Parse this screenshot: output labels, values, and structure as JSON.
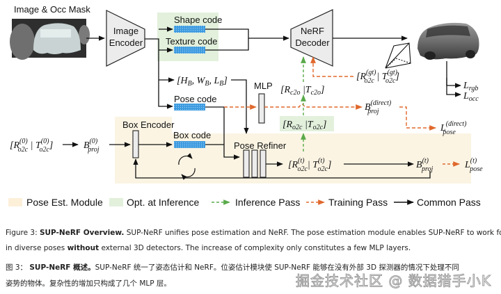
{
  "figure": {
    "inputs": {
      "image_label": "Image & Occ Mask",
      "image_encoder": [
        "Image",
        "Encoder"
      ],
      "nerf_decoder": [
        "NeRF",
        "Decoder"
      ]
    },
    "codes": {
      "shape": "Shape code",
      "texture": "Texture code",
      "pose": "Pose code",
      "box": "Box code"
    },
    "modules": {
      "box_encoder": "Box Encoder",
      "pose_refiner": "Pose Refiner",
      "mlp": "MLP"
    },
    "math": {
      "hwl": "[H_B, W_B, L_B]",
      "init_pose": "[R_o2c^(0) | T_o2c^(0)]",
      "init_bproj": "B_proj^(0)",
      "rc2o": "[R_c2o | T_c2o]",
      "ro2c": "[R_o2c | T_o2c]",
      "gt_pose": "[R_o2c^(gt) | T_o2c^(gt)]",
      "direct_bproj": "B_proj^(direct)",
      "refined_pose": "[R_o2c^(t) | T_o2c^(t)]",
      "refined_bproj": "B_proj^(t)",
      "l_rgb": "L_rgb",
      "l_occ": "L_occ",
      "l_pose_direct": "L_pose^(direct)",
      "l_pose_t": "L_pose^(t)"
    },
    "legend": [
      {
        "label": "Pose Est. Module",
        "kind": "swatch",
        "color": "#fdf0d9"
      },
      {
        "label": "Opt. at Inference",
        "kind": "swatch",
        "color": "#e2f0dc"
      },
      {
        "label": "Inference Pass",
        "kind": "dashed-arrow",
        "color": "#5aaa4a"
      },
      {
        "label": "Training Pass",
        "kind": "dashed-arrow",
        "color": "#e0682c"
      },
      {
        "label": "Common Pass",
        "kind": "solid-arrow",
        "color": "#111111"
      }
    ],
    "colors": {
      "pose_module_bg": "#fbf4e3",
      "opt_inference_bg": "#e2f0dc",
      "code_bar": "#3d9be0",
      "inference": "#5aaa4a",
      "training": "#e0682c",
      "box_fill": "#ececec"
    }
  },
  "caption_en": {
    "prefix": "Figure 3: ",
    "title": "SUP-NeRF Overview.",
    "line1_rest": " SUP-NeRF unifies pose estimation and NeRF. The pose estimation module enables SUP-NeRF to work for objects",
    "line2_a": "in diverse poses ",
    "line2_bold": "without",
    "line2_b": " external 3D detectors. The increase of complexity only constitutes a few MLP layers."
  },
  "caption_zh": {
    "prefix": "图 3：  ",
    "title": "SUP-NeRF 概述。",
    "line1_rest": "SUP-NeRF 统一了姿态估计和 NeRF。位姿估计模块使 SUP-NeRF 能够在没有外部 3D 探测器的情况下处理不同",
    "line2": "姿势的物体。复杂性的增加只构成了几个 MLP 层。"
  },
  "watermark": "掘金技术社区 @ 数据猎手小K"
}
